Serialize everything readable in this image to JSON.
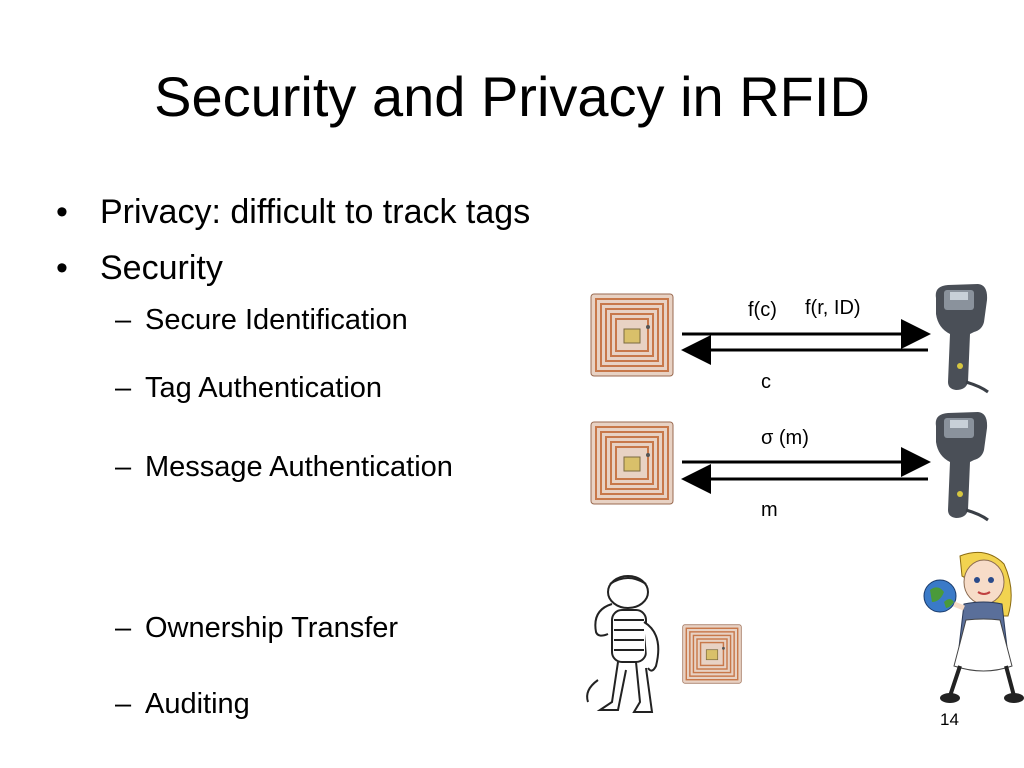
{
  "slide": {
    "title": "Security and Privacy in RFID",
    "bullets": [
      {
        "marker": "•",
        "text": "Privacy: difficult to track tags"
      },
      {
        "marker": "•",
        "text": "Security"
      }
    ],
    "subbullets": [
      {
        "marker": "–",
        "text": "Secure Identification"
      },
      {
        "marker": "–",
        "text": "Tag Authentication"
      },
      {
        "marker": "–",
        "text": "Message Authentication"
      },
      {
        "marker": "–",
        "text": "Ownership Transfer"
      },
      {
        "marker": "–",
        "text": "Auditing"
      }
    ],
    "diagram": {
      "row1_top_label_a": "f(c)",
      "row1_top_label_b": "f(r, ID)",
      "row1_bottom_label": "c",
      "row2_top_label": "σ (m)",
      "row2_bottom_label": "m"
    },
    "page_number": "14"
  },
  "colors": {
    "tag_copper": "#c8784a",
    "reader_body": "#4a4f57",
    "arrow": "#000000"
  },
  "icons": [
    "rfid-tag-icon",
    "rfid-reader-icon",
    "thief-cartoon-icon",
    "alice-cartoon-icon"
  ]
}
